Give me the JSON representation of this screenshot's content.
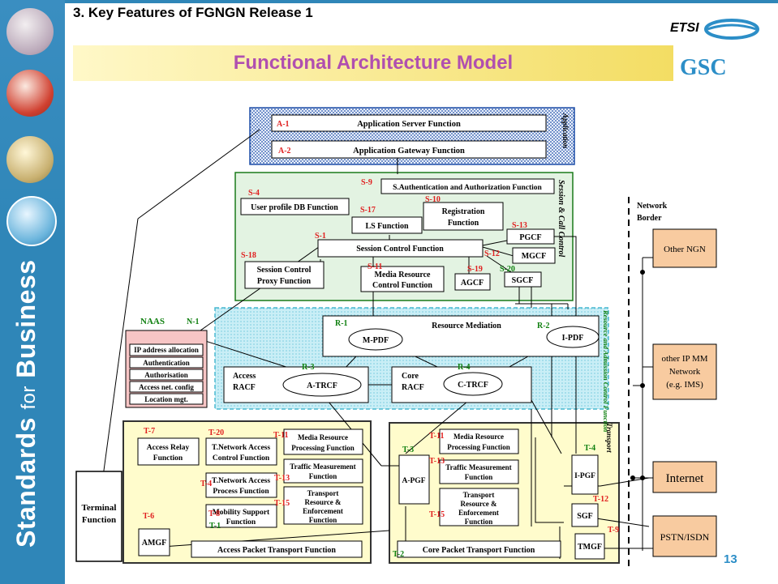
{
  "slide": {
    "heading": "3. Key Features of FGNGN Release 1",
    "title": "Functional Architecture Model",
    "logo_etsi": "ETSI",
    "logo_gsc": "GSC",
    "sidebar_text_bold1": "Standards",
    "sidebar_text_light": "for",
    "sidebar_text_bold2": "Business",
    "page_number": "13"
  },
  "colors": {
    "sidebar": "#2f86b8",
    "title": "#b04fb0",
    "gsc": "#2c8ec7",
    "app_stratum": "#1f4fa8",
    "session_stratum": "#e3f3e2",
    "racf_stratum": "#c9eef6",
    "transport_stratum": "#fffccc",
    "external": "#f8cba0",
    "naas": "#f7c5c5",
    "ref_red": "#e02020",
    "ref_green": "#108010"
  },
  "strata": {
    "application": "Application",
    "session": "Session & Call Control",
    "racf": "Resource and Admission Control Function",
    "transport": "Transport",
    "resource_mediation": "Resource Mediation",
    "network_border": [
      "Network",
      "Border"
    ]
  },
  "boxes": {
    "app_server": "Application Server Function",
    "app_gateway": "Application Gateway Function",
    "s_auth": "S.Authentication and Authorization Function",
    "user_profile": "User profile DB Function",
    "registration": [
      "Registration",
      "Function"
    ],
    "ls": "LS Function",
    "session_control": "Session Control Function",
    "pgcf": "PGCF",
    "mgcf": "MGCF",
    "agcf": "AGCF",
    "sgcf": "SGCF",
    "scp": [
      "Session Control",
      "Proxy Function"
    ],
    "media_rc": [
      "Media Resource",
      "Control Function"
    ],
    "naas": "NAAS",
    "naas_items": [
      "IP address allocation",
      "Authentication",
      "Authorisation",
      "Access net. config",
      "Location mgt."
    ],
    "mpdf": "M-PDF",
    "ipdf": "I-PDF",
    "access_racf": [
      "Access",
      "RACF"
    ],
    "core_racf": [
      "Core",
      "RACF"
    ],
    "atrcf": "A-TRCF",
    "ctrcf": "C-TRCF",
    "access_relay": [
      "Access Relay",
      "Function"
    ],
    "tnac": [
      "T.Network Access",
      "Control Function"
    ],
    "tnap": [
      "T.Network Access",
      "Process Function"
    ],
    "mobility": [
      "Mobility Support",
      "Function"
    ],
    "media_proc_a": [
      "Media Resource",
      "Processing Function"
    ],
    "traffic_a": [
      "Traffic Measurement",
      "Function"
    ],
    "trans_res_a": [
      "Transport",
      "Resource &",
      "Enforcement",
      "Function"
    ],
    "amgf": "AMGF",
    "access_pkt": "Access Packet Transport Function",
    "apgf": "A-PGF",
    "media_proc_c": [
      "Media Resource",
      "Processing Function"
    ],
    "traffic_c": [
      "Traffic Measurement",
      "Function"
    ],
    "trans_res_c": [
      "Transport",
      "Resource &",
      "Enforcement",
      "Function"
    ],
    "ipgf": "I-PGF",
    "sgf": "SGF",
    "tmgf": "TMGF",
    "core_pkt": "Core Packet Transport Function",
    "terminal": [
      "Terminal",
      "Function"
    ],
    "other_ngn": "Other NGN",
    "other_ipmm": [
      "other IP MM",
      "Network",
      "(e.g. IMS)"
    ],
    "internet": "Internet",
    "pstn": "PSTN/ISDN"
  },
  "refs": {
    "a1": "A-1",
    "a2": "A-2",
    "s9": "S-9",
    "s4": "S-4",
    "s10": "S-10",
    "s17": "S-17",
    "s1": "S-1",
    "s13": "S-13",
    "s12": "S-12",
    "s11": "S-11",
    "s19": "S-19",
    "s20": "S-20",
    "s18": "S-18",
    "n1": "N-1",
    "r1": "R-1",
    "r2": "R-2",
    "r3": "R-3",
    "r4": "R-4",
    "t7": "T-7",
    "t20": "T-20",
    "t11a": "T-11",
    "t4a": "T-4",
    "t13a": "T-13",
    "t8": "T-8",
    "t15a": "T-15",
    "t6": "T-6",
    "t1": "T-1",
    "t3": "T-3",
    "t11c": "T-11",
    "t13c": "T-13",
    "t15c": "T-15",
    "t4c": "T-4",
    "t12": "T-12",
    "t9": "T-9",
    "t2": "T-2"
  }
}
